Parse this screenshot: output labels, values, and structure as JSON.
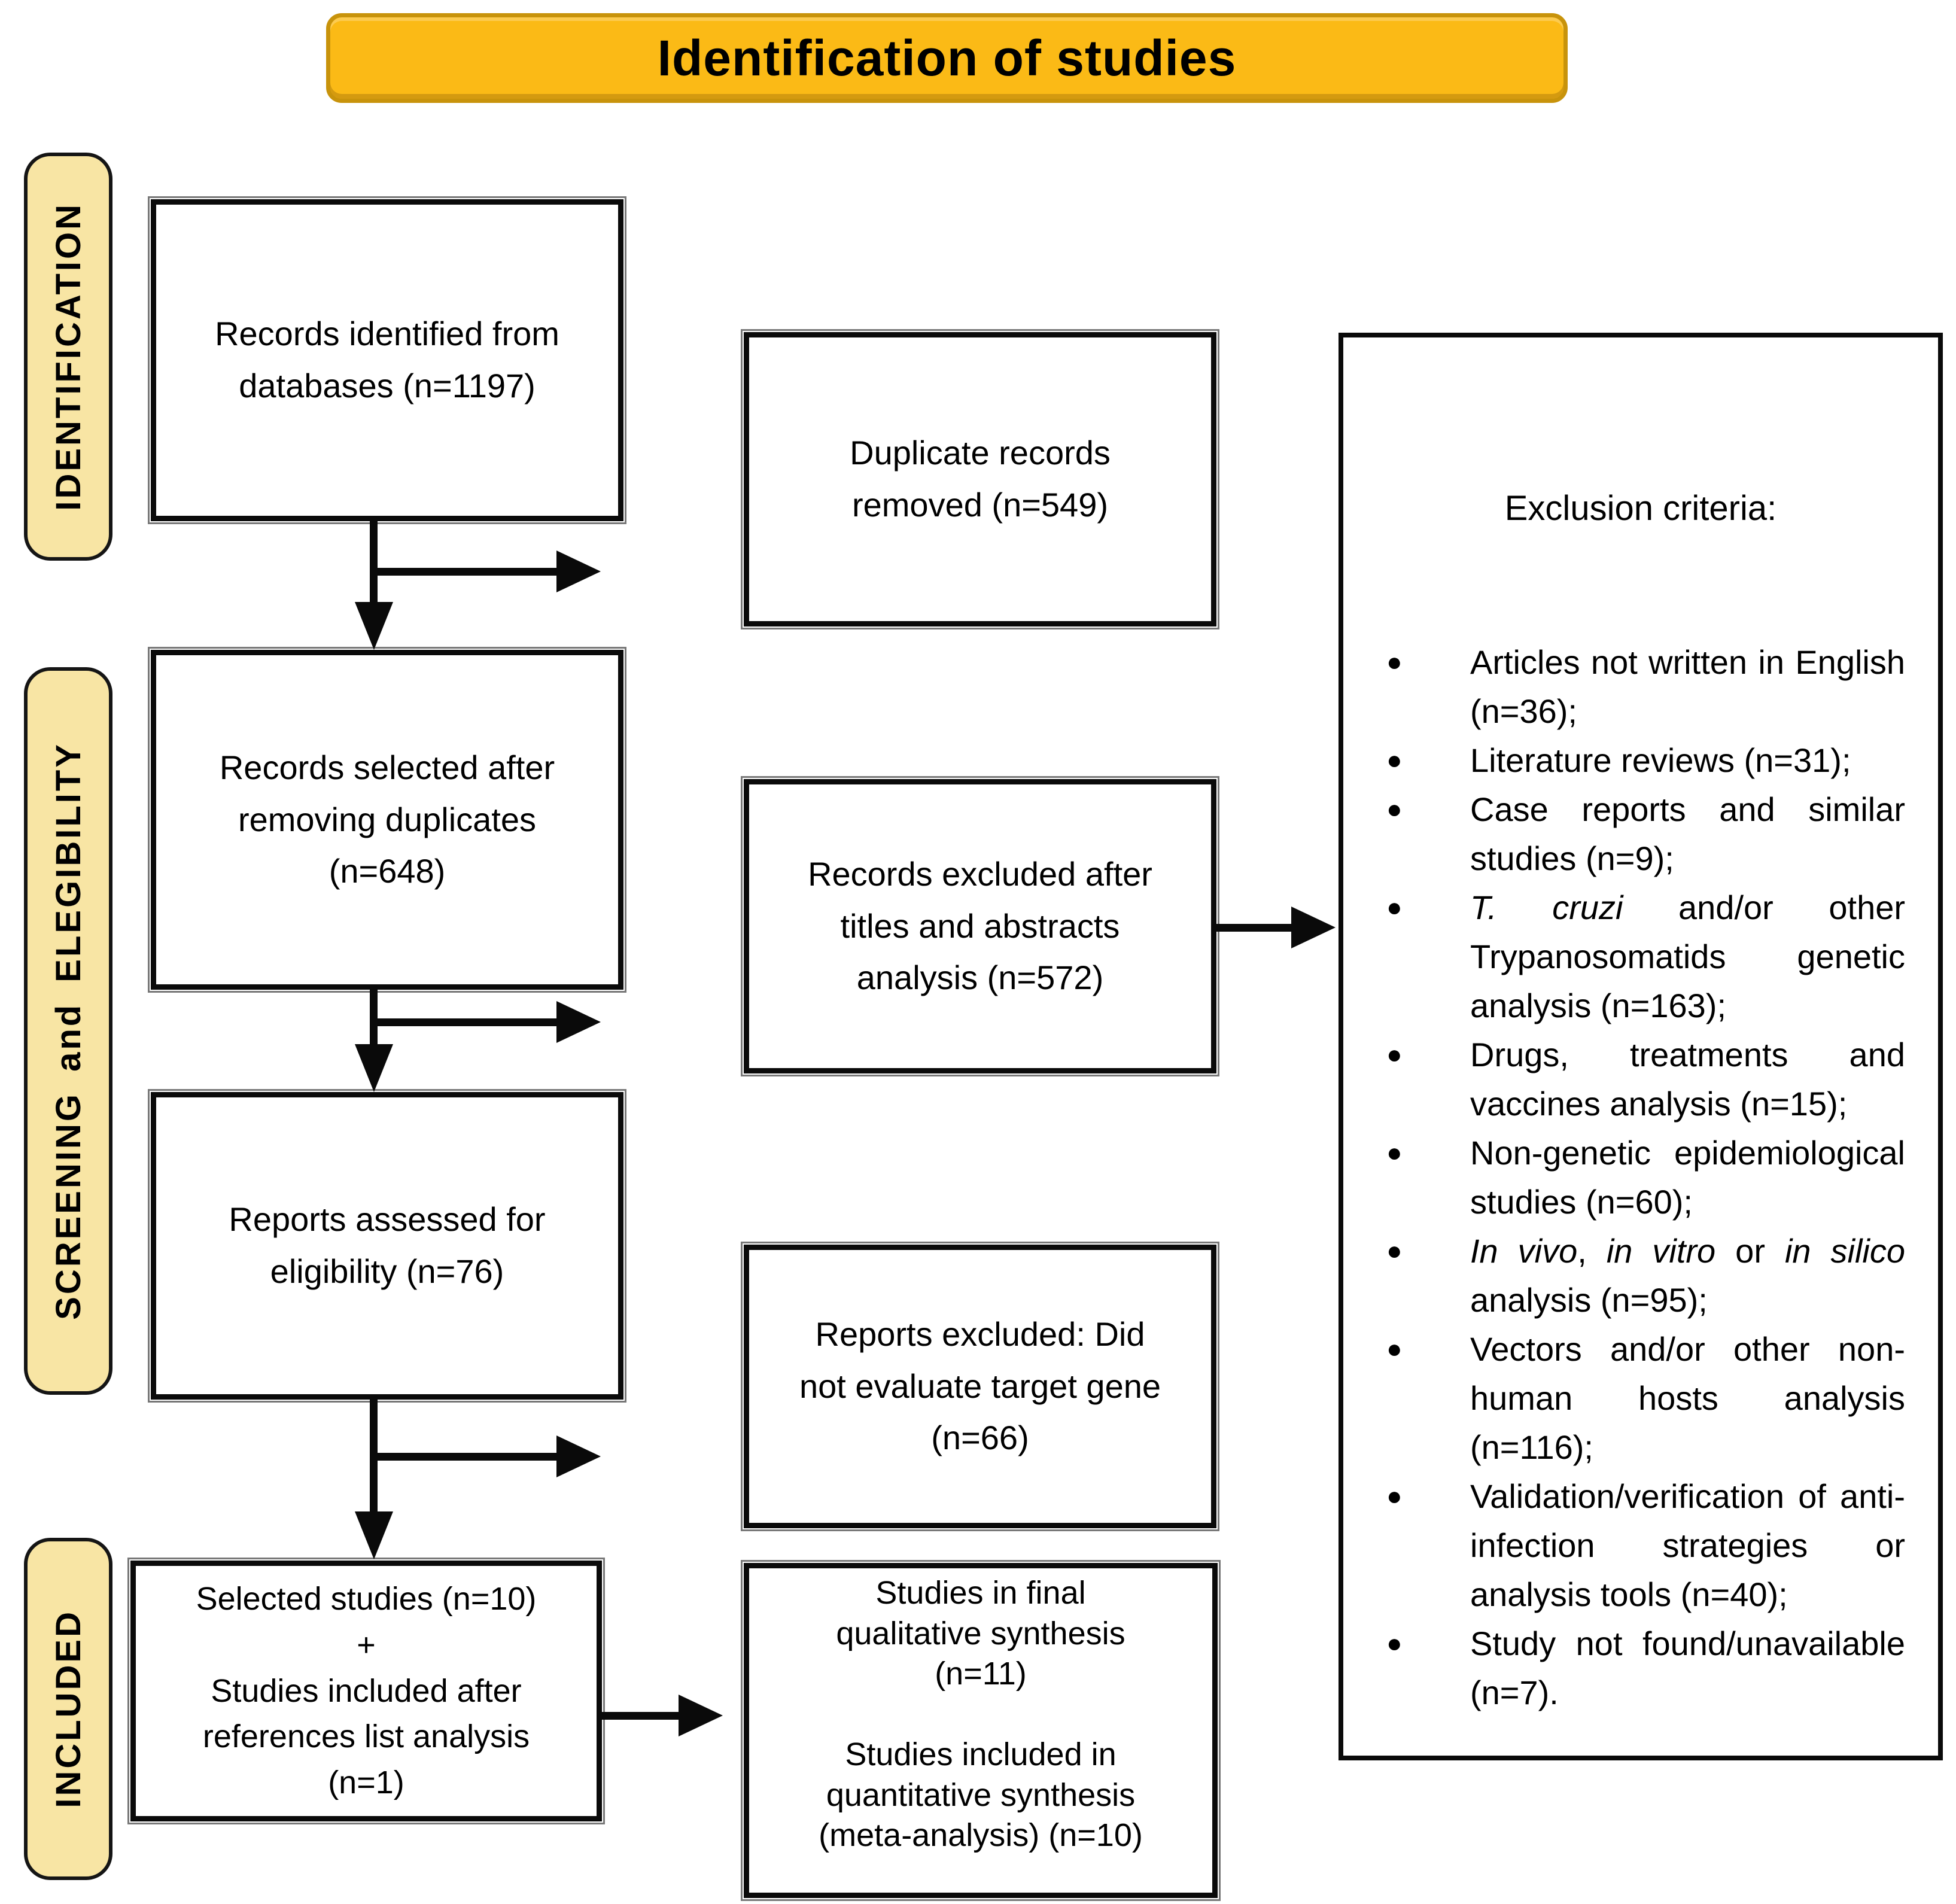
{
  "title": "Identification of studies",
  "sidebar": {
    "identification": "IDENTIFICATION",
    "screening": "SCREENING and ELEGIBILITY",
    "included": "INCLUDED"
  },
  "flow": {
    "records_identified": "Records identified from\ndatabases (n=1197)",
    "duplicates_removed": "Duplicate records\nremoved (n=549)",
    "records_selected": "Records selected after\nremoving duplicates\n(n=648)",
    "records_excluded": "Records excluded after\ntitles and abstracts\nanalysis (n=572)",
    "reports_assessed": "Reports assessed for\neligibility (n=76)",
    "reports_excluded": "Reports excluded: Did\nnot evaluate target gene\n(n=66)",
    "selected_studies": "Selected studies (n=10)\n+\nStudies included after\nreferences list analysis\n(n=1)",
    "final_synthesis": "Studies in final\nqualitative synthesis\n(n=11)\n\nStudies included in\nquantitative synthesis\n(meta-analysis) (n=10)"
  },
  "exclusion": {
    "title": "Exclusion criteria:",
    "items": [
      [
        {
          "t": "Articles not written in English (n=36);"
        }
      ],
      [
        {
          "t": "Literature reviews (n=31);"
        }
      ],
      [
        {
          "t": "Case reports and similar studies (n=9);"
        }
      ],
      [
        {
          "t": "T. cruzi",
          "i": true
        },
        {
          "t": " and/or other Trypanosomatids genetic analysis (n=163);"
        }
      ],
      [
        {
          "t": "Drugs, treatments and vaccines analysis (n=15);"
        }
      ],
      [
        {
          "t": "Non-genetic epidemiological studies (n=60);"
        }
      ],
      [
        {
          "t": "In vivo",
          "i": true
        },
        {
          "t": ", "
        },
        {
          "t": "in vitro",
          "i": true
        },
        {
          "t": " or "
        },
        {
          "t": "in silico",
          "i": true
        },
        {
          "t": " analysis (n=95);"
        }
      ],
      [
        {
          "t": "Vectors and/or other non-human hosts analysis (n=116);"
        }
      ],
      [
        {
          "t": "Validation/verification of anti-infection strategies or analysis tools (n=40);"
        }
      ],
      [
        {
          "t": "Study not found/unavailable (n=7)."
        }
      ]
    ]
  }
}
